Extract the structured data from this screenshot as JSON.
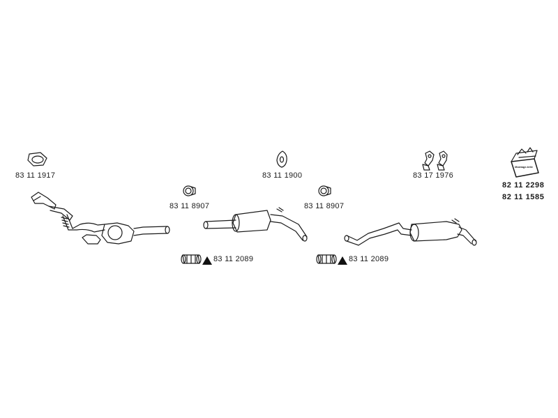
{
  "parts": {
    "front_gasket": "83 11 1917",
    "clamp_left": "83 11 8907",
    "hanger_ring": "83 11 1900",
    "clamp_right": "83 11 8907",
    "rubber_mounts": "83 17 1976",
    "sleeve_left": "83 11 2089",
    "sleeve_right": "83 11 2089"
  },
  "kit": {
    "label": "Montage-teile",
    "code_1": "82 11 2298",
    "code_2": "82 11 1585"
  },
  "colors": {
    "line": "#1a1a1a",
    "marker": "#111111"
  }
}
